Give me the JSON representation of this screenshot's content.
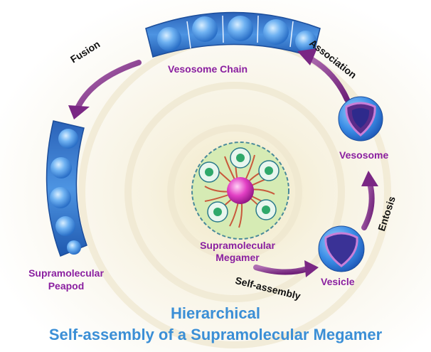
{
  "labels": {
    "vesosome_chain": "Vesosome Chain",
    "fusion": "Fusion",
    "association": "Association",
    "vesosome": "Vesosome",
    "entosis": "Entosis",
    "vesicle": "Vesicle",
    "self_assembly": "Self-assembly",
    "megamer_line1": "Supramolecular",
    "megamer_line2": "Megamer",
    "peapod_line1": "Supramolecular",
    "peapod_line2": "Peapod"
  },
  "title": {
    "line1": "Hierarchical",
    "line2": "Self-assembly of a Supramolecular Megamer"
  },
  "colors": {
    "label_purple": "#8a1fa0",
    "title_blue": "#3b8fd6",
    "arrow_purple": "#8e3a8e",
    "capsule_blue": "#2f74c8"
  }
}
